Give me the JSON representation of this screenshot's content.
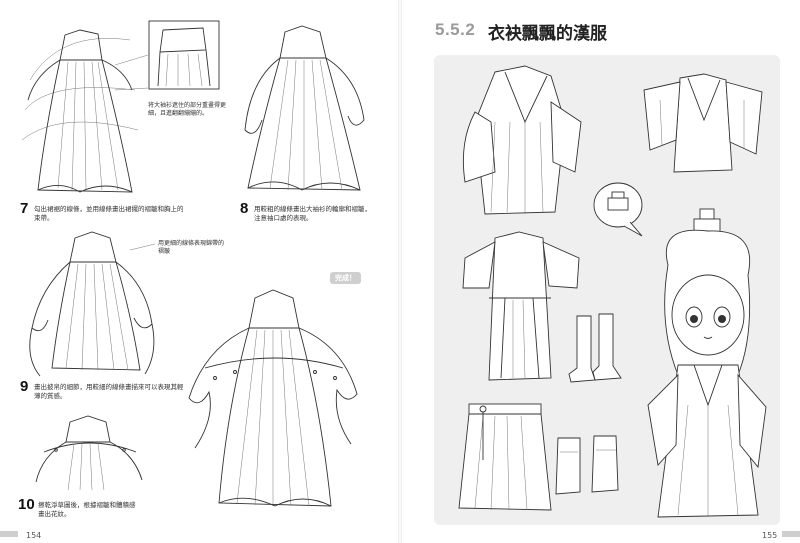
{
  "left_page": {
    "page_number": "154",
    "callout_top": "将大袖衫遮住的部分重畫得更細，且進翻翻繃繃的。",
    "callout_mid": "用更細的線條表現錦帶的褶皺",
    "badge": "完成！",
    "steps": [
      {
        "number": "7",
        "text": "勾出裙裾的線條，並用線條畫出裙擺的褶皺和胸上的束帶。"
      },
      {
        "number": "8",
        "text": "用較粗的線條畫出大袖衫的輪廓和褶皺，注意袖口處的表現。"
      },
      {
        "number": "9",
        "text": "畫出披帛的細節，用較細的線條畫描來可以表現其輕薄的質感。"
      },
      {
        "number": "10",
        "text": "擦乾淨草圖後，根據褶皺和體積感畫出花紋。"
      }
    ]
  },
  "right_page": {
    "page_number": "155",
    "section_number": "5.5.2",
    "section_title": "衣袂飄飄的漢服"
  }
}
